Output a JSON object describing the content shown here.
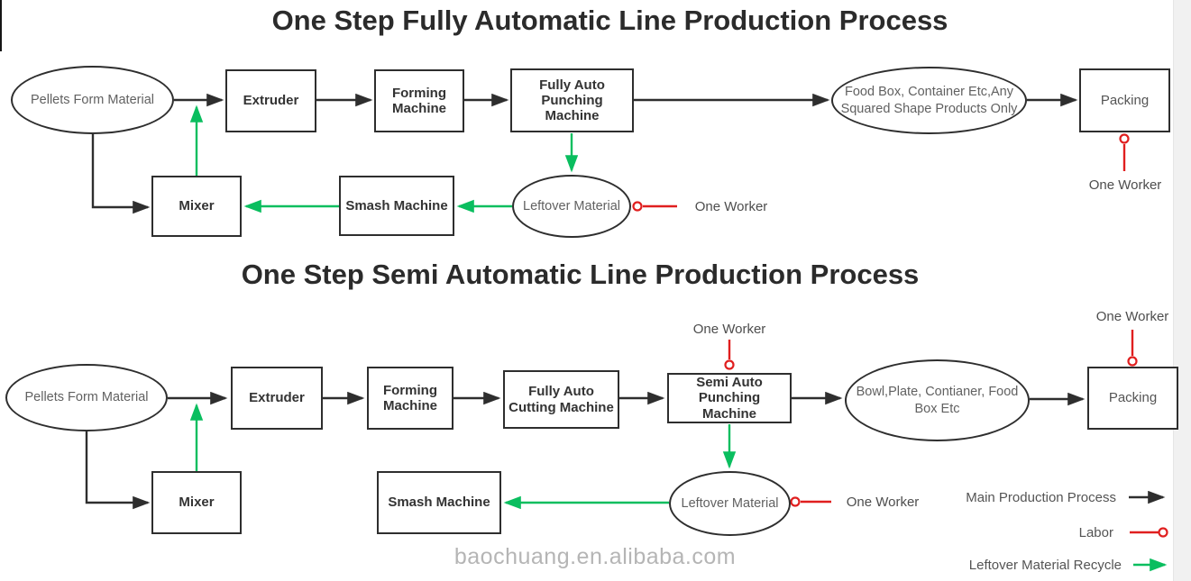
{
  "title1": "One Step Fully Automatic Line Production Process",
  "title2": "One Step Semi Automatic Line Production Process",
  "d1": {
    "pellets": "Pellets Form Material",
    "extruder": "Extruder",
    "forming": "Forming\nMachine",
    "punching": "Fully Auto\nPunching\nMachine",
    "products": "Food Box, Container Etc,Any\nSquared Shape Products Only",
    "packing": "Packing",
    "mixer": "Mixer",
    "smash": "Smash Machine",
    "leftover": "Leftover Material",
    "worker_packing": "One Worker",
    "worker_leftover": "One Worker"
  },
  "d2": {
    "pellets": "Pellets Form Material",
    "extruder": "Extruder",
    "forming": "Forming\nMachine",
    "cutting": "Fully Auto\nCutting Machine",
    "punching": "Semi Auto\nPunching\nMachine",
    "products": "Bowl,Plate, Contianer, Food\nBox Etc",
    "packing": "Packing",
    "mixer": "Mixer",
    "smash": "Smash Machine",
    "leftover": "Leftover Material",
    "worker_punching": "One Worker",
    "worker_packing": "One Worker",
    "worker_leftover": "One Worker"
  },
  "legend": {
    "main_label": "Main Production Process",
    "labor_label": "Labor",
    "recycle_label": "Leftover Material Recycle"
  },
  "watermark": "baochuang.en.alibaba.com",
  "colors": {
    "line_black": "#2e2e2e",
    "recycle_green": "#0abe5f",
    "labor_red": "#e01f1f"
  }
}
